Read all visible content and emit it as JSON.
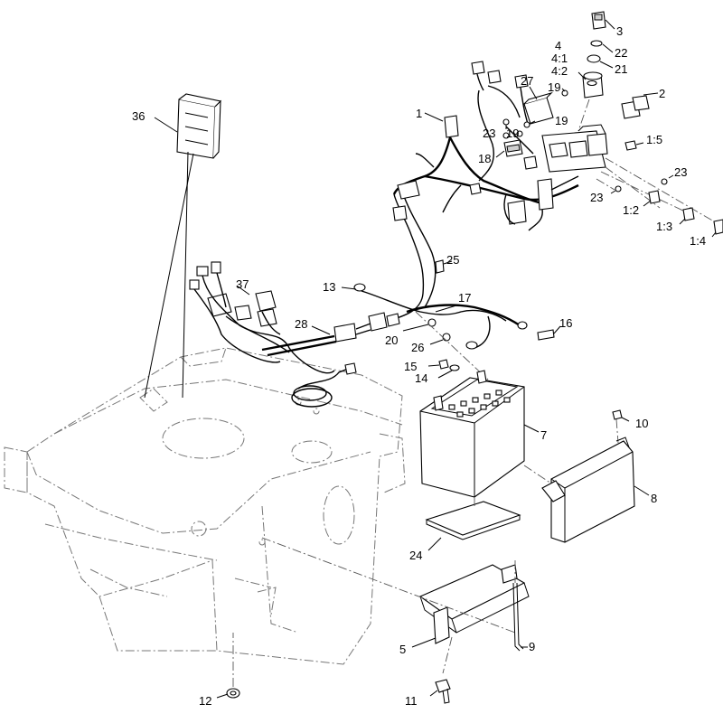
{
  "labels": {
    "l1": "1",
    "l2": "2",
    "l3": "3",
    "l4": "4",
    "l4_1": "4:1",
    "l4_2": "4:2",
    "l22": "22",
    "l21": "21",
    "l27": "27",
    "l19a": "19",
    "l19b": "19",
    "l19c": "19",
    "l23a": "23",
    "l23b": "23",
    "l23c": "23",
    "l18": "18",
    "l1_5": "1:5",
    "l1_2": "1:2",
    "l1_3": "1:3",
    "l1_4": "1:4",
    "l36": "36",
    "l37": "37",
    "l25": "25",
    "l13": "13",
    "l17": "17",
    "l28": "28",
    "l20": "20",
    "l26": "26",
    "l16": "16",
    "l15": "15",
    "l14": "14",
    "l7": "7",
    "l10": "10",
    "l8": "8",
    "l24": "24",
    "l5": "5",
    "l9": "9",
    "l12": "12",
    "l11": "11"
  }
}
